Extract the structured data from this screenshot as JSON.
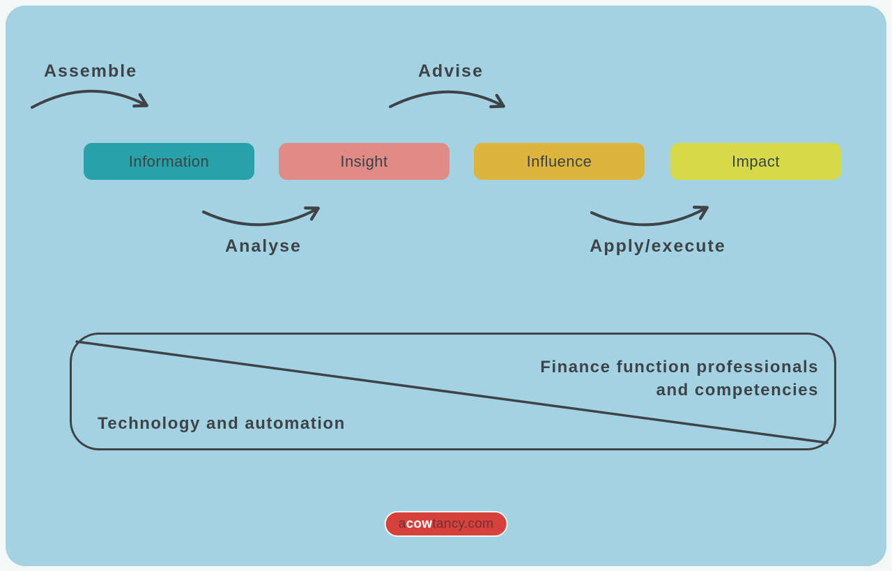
{
  "colors": {
    "page_bg": "#f5f6f6",
    "canvas_bg": "#a3d3e3",
    "ink": "#3f4347",
    "stage_information": "#29a1a8",
    "stage_insight": "#e08b86",
    "stage_influence": "#deb53c",
    "stage_impact": "#d5d94a",
    "logo_bg": "#d8403c",
    "logo_text_dark": "#6e3234",
    "logo_text_light": "#ffffff"
  },
  "flow": {
    "stages": [
      {
        "label": "Information"
      },
      {
        "label": "Insight"
      },
      {
        "label": "Influence"
      },
      {
        "label": "Impact"
      }
    ],
    "transitions": [
      {
        "label": "Assemble",
        "position": "above",
        "from": "start",
        "to": "Information"
      },
      {
        "label": "Analyse",
        "position": "below",
        "from": "Information",
        "to": "Insight"
      },
      {
        "label": "Advise",
        "position": "above",
        "from": "Insight",
        "to": "Influence"
      },
      {
        "label": "Apply/execute",
        "position": "below",
        "from": "Influence",
        "to": "Impact"
      }
    ]
  },
  "matrix": {
    "finance_line1": "Finance function professionals",
    "finance_line2": "and competencies",
    "technology": "Technology and automation"
  },
  "logo": {
    "prefix": "a",
    "bold": "cow",
    "suffix": "tancy.com"
  }
}
